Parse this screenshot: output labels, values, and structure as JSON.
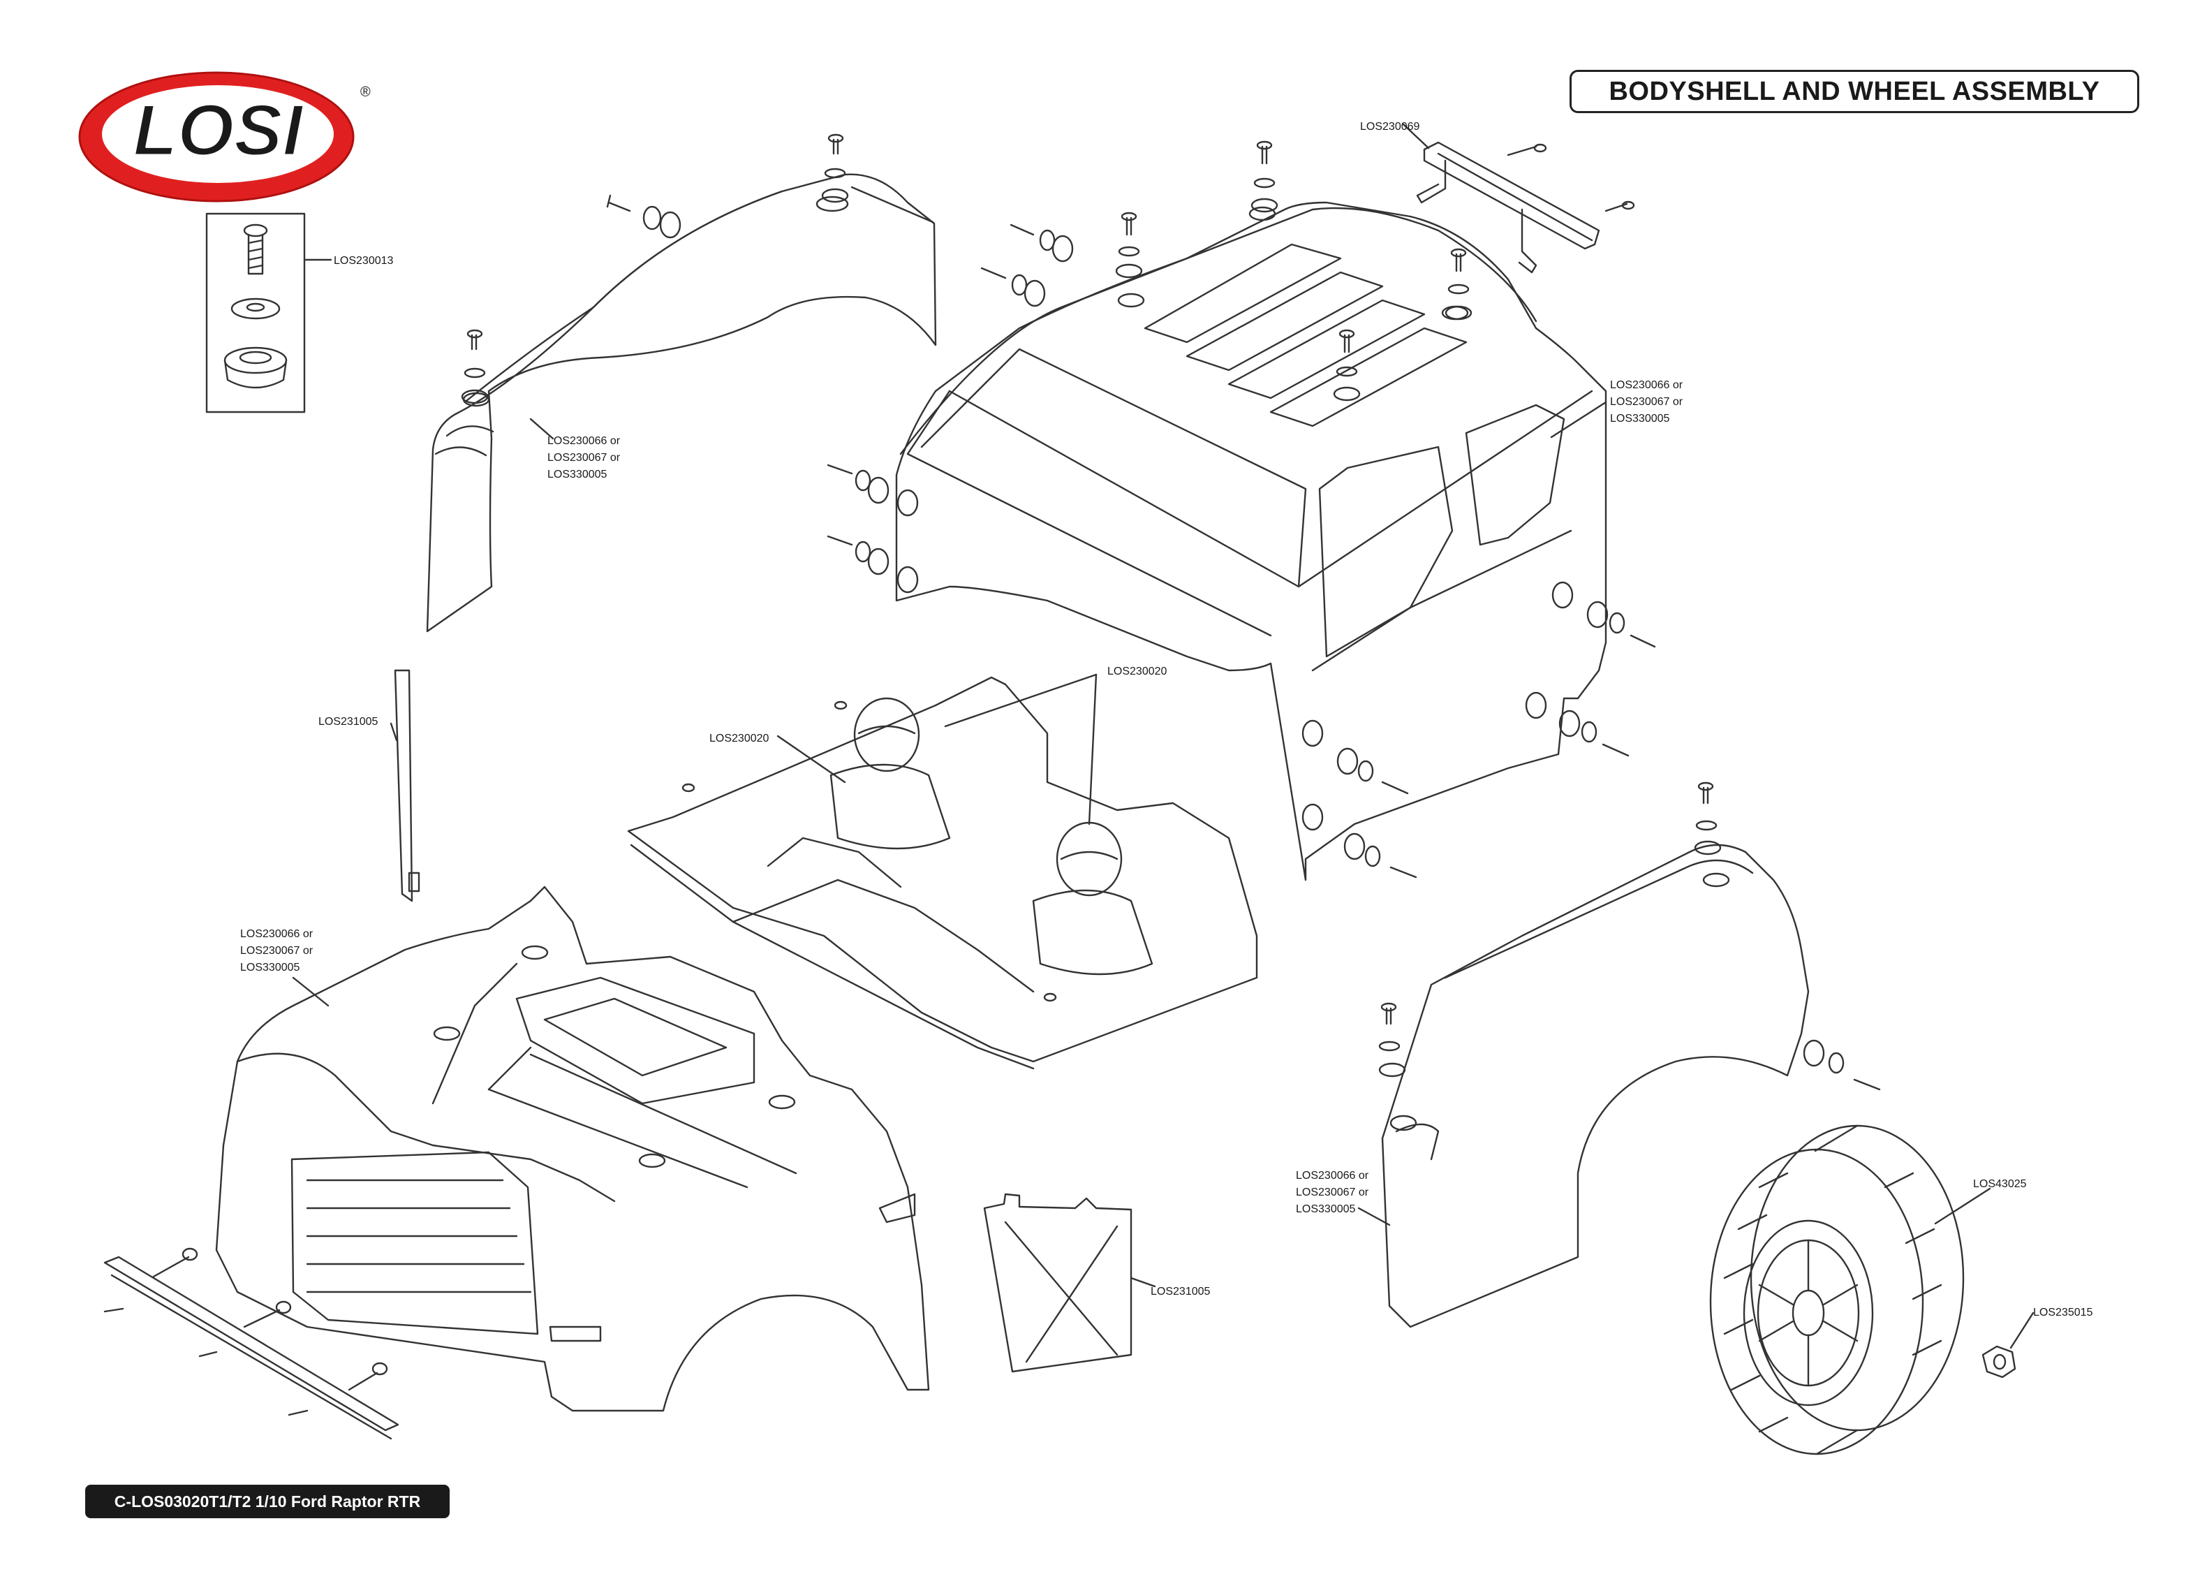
{
  "brand": {
    "logo_text": "LOSI",
    "registered_mark": "®",
    "colors": {
      "ring": "#e02020",
      "text": "#1a1a1a"
    }
  },
  "header": {
    "title": "BODYSHELL AND WHEEL ASSEMBLY"
  },
  "footer": {
    "model": "C-LOS03020T1/T2 1/10 Ford Raptor RTR"
  },
  "callouts": {
    "los230013": "LOS230013",
    "los230069": "LOS230069",
    "mount_rear_left": [
      "LOS230066 or",
      "LOS230067 or",
      "LOS330005"
    ],
    "mount_rear_right": [
      "LOS230066 or",
      "LOS230067 or",
      "LOS330005"
    ],
    "los231005_lightbar": "LOS231005",
    "los230020_driver": "LOS230020",
    "los230020_interior": "LOS230020",
    "mount_front_left": [
      "LOS230066 or",
      "LOS230067 or",
      "LOS330005"
    ],
    "mount_front_right": [
      "LOS230066 or",
      "LOS230067 or",
      "LOS330005"
    ],
    "los231005_skid": "LOS231005",
    "los43025": "LOS43025",
    "los235015": "LOS235015"
  }
}
